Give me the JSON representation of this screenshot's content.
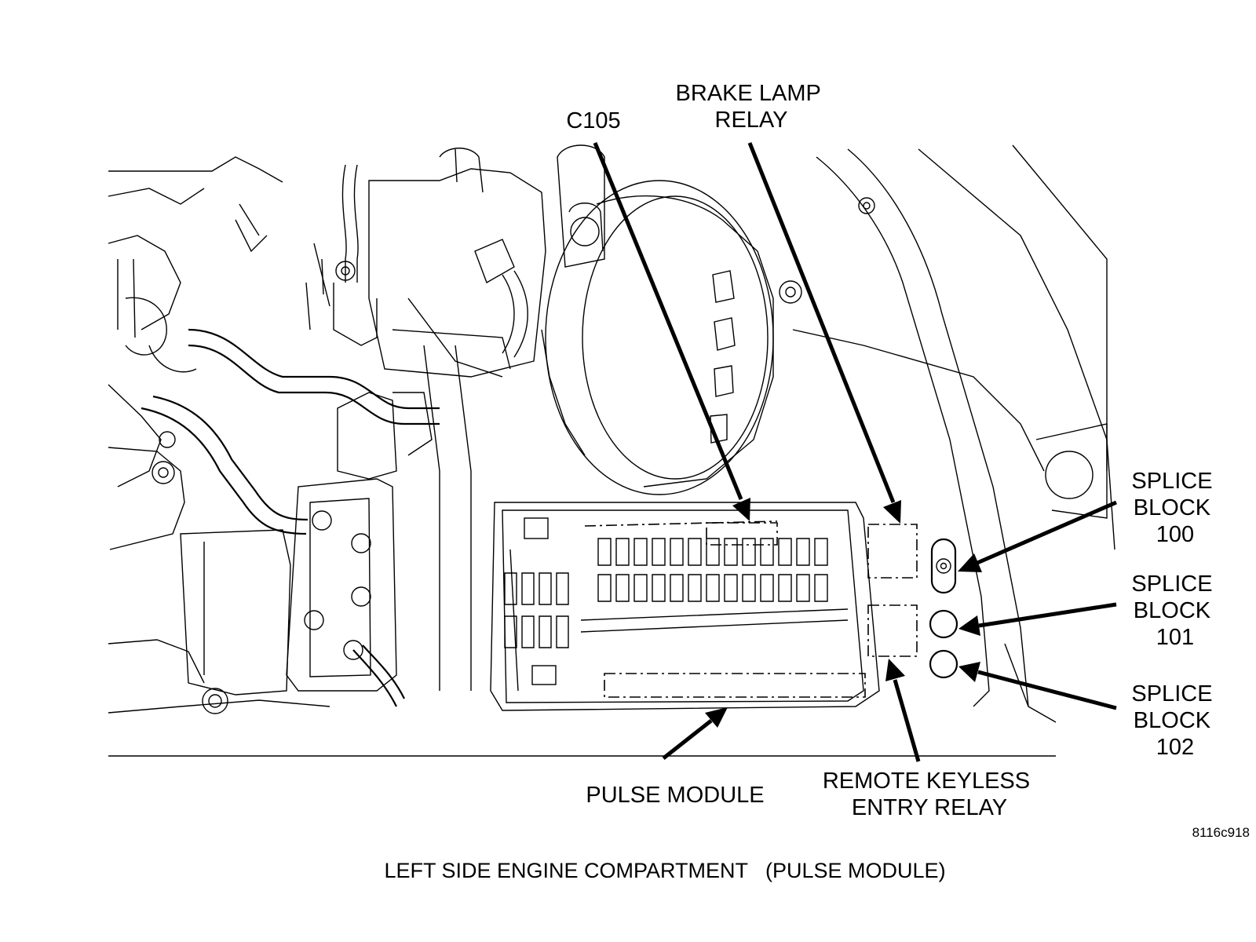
{
  "labels": {
    "c105": "C105",
    "brake_lamp_relay": [
      "BRAKE LAMP",
      "RELAY"
    ],
    "splice_block_100": [
      "SPLICE",
      "BLOCK",
      "100"
    ],
    "splice_block_101": [
      "SPLICE",
      "BLOCK",
      "101"
    ],
    "splice_block_102": [
      "SPLICE",
      "BLOCK",
      "102"
    ],
    "pulse_module": "PULSE MODULE",
    "remote_keyless_entry_relay": [
      "REMOTE KEYLESS",
      "ENTRY RELAY"
    ]
  },
  "figure_ref": "8116c918",
  "caption": "LEFT SIDE ENGINE COMPARTMENT   (PULSE MODULE)"
}
